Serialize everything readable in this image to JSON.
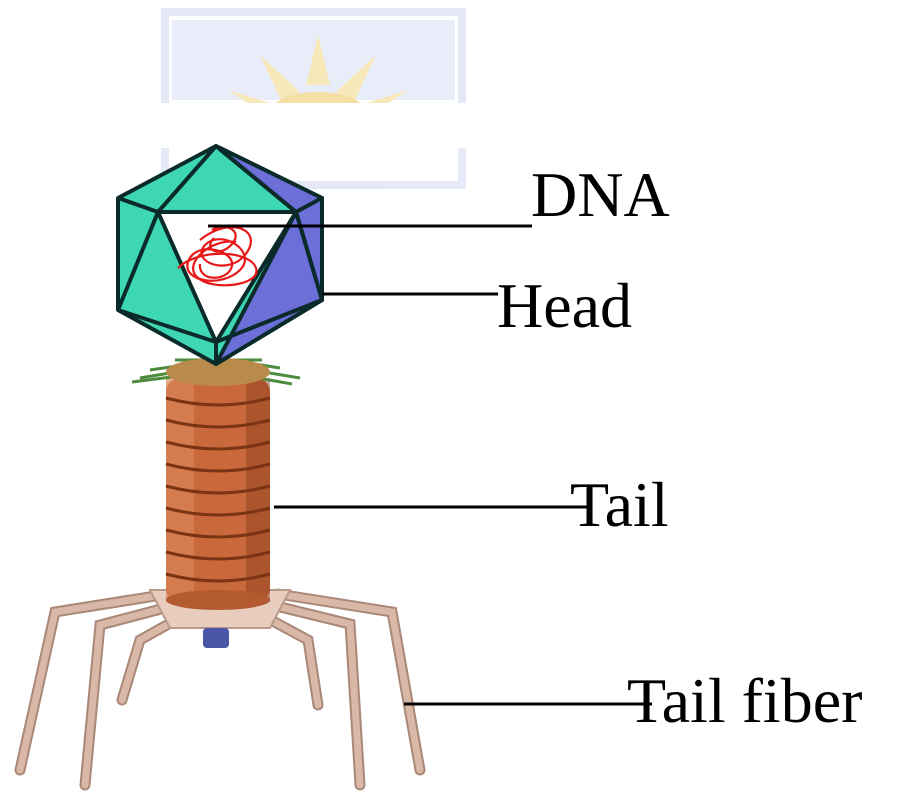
{
  "labels": {
    "dna": "DNA",
    "head": "Head",
    "tail": "Tail",
    "tail_fiber": "Tail fiber"
  },
  "colors": {
    "head_face_light": "#3ed7b4",
    "head_face_dark": "#6c6fd8",
    "head_edge": "#0b2b2b",
    "dna_strand": "#e81818",
    "tail_ring": "#c9683a",
    "tail_ring_dark": "#8a3f1e",
    "fiber": "#d9b8a8",
    "fiber_dark": "#a98878",
    "watermark_blue": "#d9def4",
    "watermark_gold": "#f6e2a6"
  }
}
